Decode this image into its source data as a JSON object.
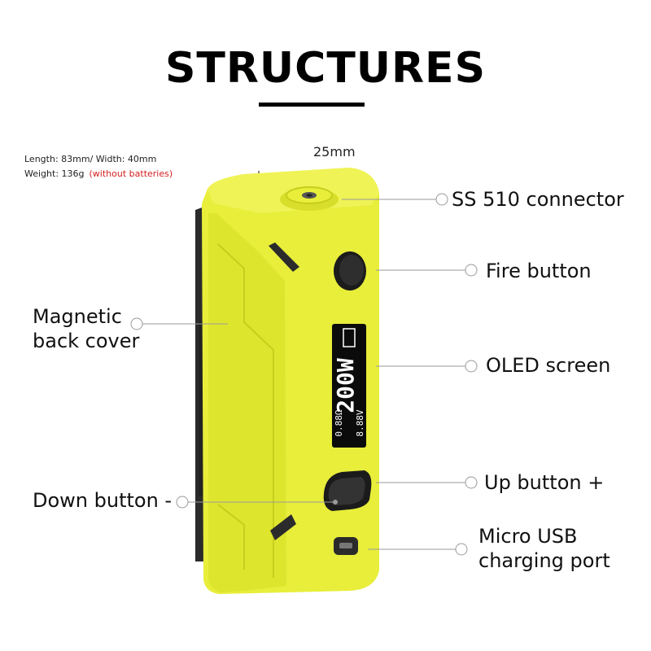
{
  "title": "STRUCTURES",
  "specs": {
    "size_line": "Length: 83mm/ Width: 40mm",
    "weight_line": "Weight: 136g",
    "weight_note": "(without batteries)"
  },
  "dimension_label": "25mm",
  "callouts": {
    "connector": "SS 510 connector",
    "fire_button": "Fire button",
    "oled_screen": "OLED screen",
    "up_button": "Up button +",
    "micro_usb_line1": "Micro USB",
    "micro_usb_line2": "charging port",
    "back_cover_line1": "Magnetic",
    "back_cover_line2": "back cover",
    "down_button": "Down button -"
  },
  "screen": {
    "readout_main": "200W",
    "readout_small_1": "0.88Ω",
    "readout_small_2": "8.88V"
  },
  "colors": {
    "body": "#e8ee3a",
    "body_shade": "#cdd31f",
    "rubber": "#2b2b2b",
    "screen": "#0b0b0b",
    "line": "#9a9a9a"
  }
}
